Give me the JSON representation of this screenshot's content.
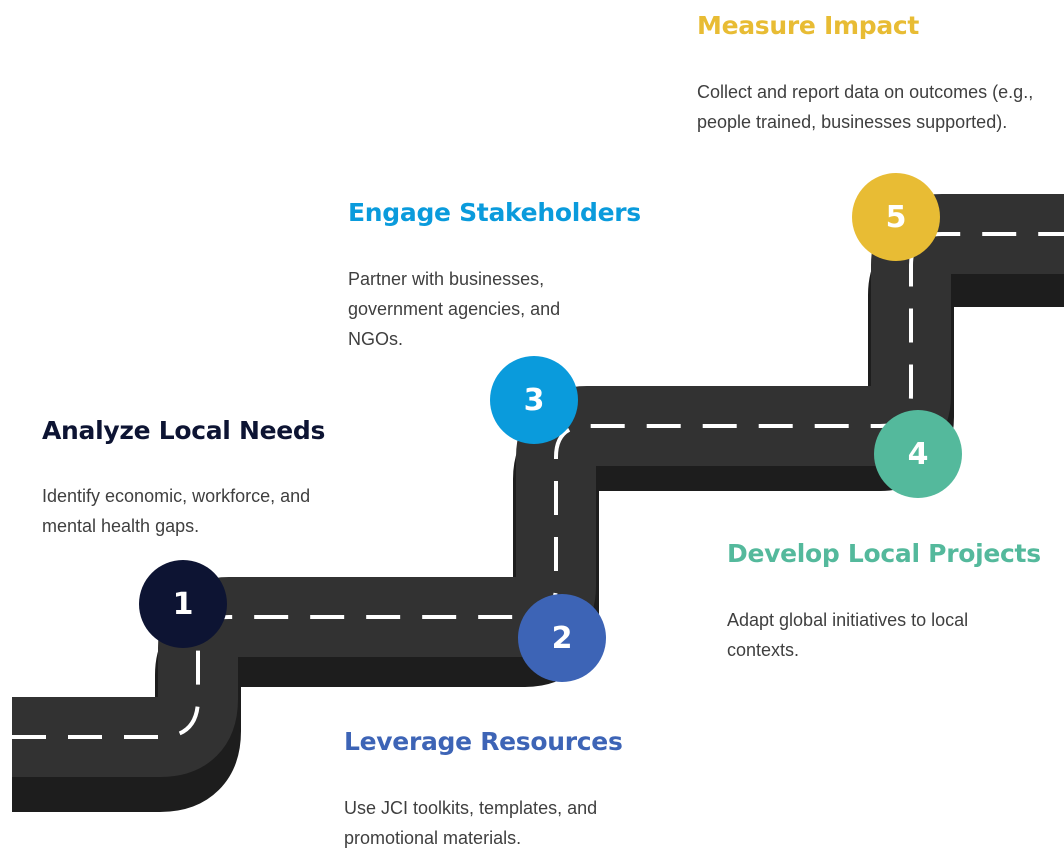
{
  "colors": {
    "road": "#323232",
    "road_shadow": "#1d1d1d",
    "dash": "#ffffff",
    "step1": "#0d1433",
    "step2": "#3d64b6",
    "step3": "#0a9bdc",
    "step4": "#54b99c",
    "step5": "#e8bc34"
  },
  "steps": [
    {
      "number": "1",
      "title": "Analyze Local Needs",
      "description": "Identify economic, workforce, and mental health gaps."
    },
    {
      "number": "2",
      "title": "Leverage Resources",
      "description": "Use JCI toolkits, templates, and promotional materials."
    },
    {
      "number": "3",
      "title": "Engage Stakeholders",
      "description": "Partner with businesses, government agencies, and NGOs."
    },
    {
      "number": "4",
      "title": "Develop Local Projects",
      "description": "Adapt global initiatives to local contexts."
    },
    {
      "number": "5",
      "title": "Measure Impact",
      "description": "Collect and report data on outcomes (e.g., people trained, businesses supported)."
    }
  ]
}
